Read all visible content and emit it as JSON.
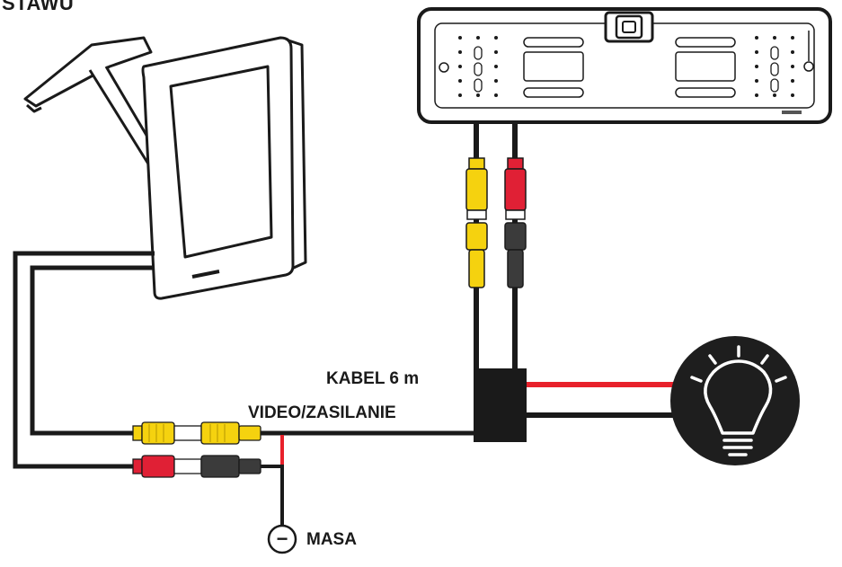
{
  "title": "STAWU",
  "labels": {
    "cable_line1": "KABEL 6 m",
    "cable_line2": "VIDEO/ZASILANIE",
    "ground": "MASA",
    "ground_symbol": "−"
  },
  "colors": {
    "cable_black": "#1a1a1a",
    "power_red": "#e8212b",
    "video_yellow": "#f5d20f",
    "plug_red": "#e02035",
    "plug_black": "#3b3b3b",
    "outline": "#1a1a1a",
    "light_circle": "#1e1e1e"
  },
  "icons": [
    "monitor-illustration",
    "license-plate-camera-illustration",
    "light-bulb-icon",
    "ground-symbol-icon"
  ]
}
